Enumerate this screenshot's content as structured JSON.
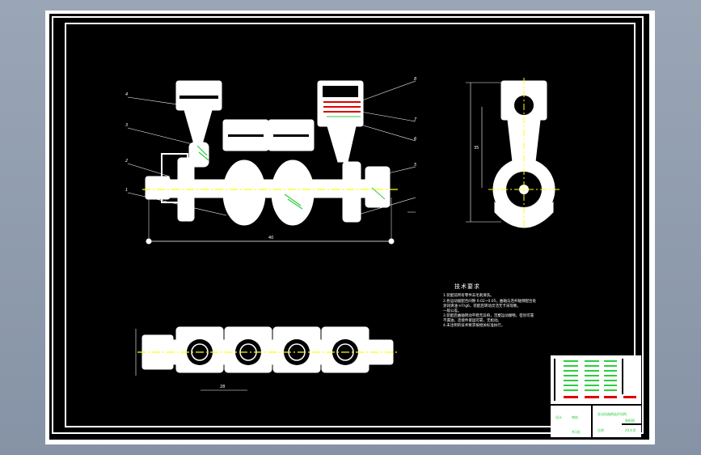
{
  "tech_requirements": {
    "title": "技术要求",
    "lines": [
      "1.装配前所有零件去毛刺清洗。",
      "2.各运动副配合间隙 0.02~0.05，曲轴与连杆轴颈配合处",
      "  涂润滑油 H7/g6，装配后转动灵活无卡滞现象。",
      "  一般公差。",
      "3.装配后曲轴转动平稳无异响，活塞运动顺畅，密封可靠",
      "  不漏油，连接件紧固可靠，无松动。",
      "4.未注明的技术要求按相关标准执行。"
    ]
  },
  "leader_numbers_left": [
    "4",
    "3",
    "2",
    "1"
  ],
  "leader_numbers_right": [
    "8",
    "7",
    "6",
    "5"
  ],
  "dimension_overall": "40",
  "dimension_bottom": "28",
  "dimension_side": "35",
  "title_block": {
    "drawing_name": "发动机曲柄连杆机构",
    "part_no": "装配图",
    "scale_label": "比例",
    "school": "XX大学",
    "designer_label": "设计",
    "checker_label": "审核",
    "sheet_label": "共1张"
  },
  "colors": {
    "background": "#000000",
    "line": "#ffffff",
    "centerline": "#ffff00",
    "hatch_green": "#2ecc40",
    "hatch_red": "#e00000"
  }
}
